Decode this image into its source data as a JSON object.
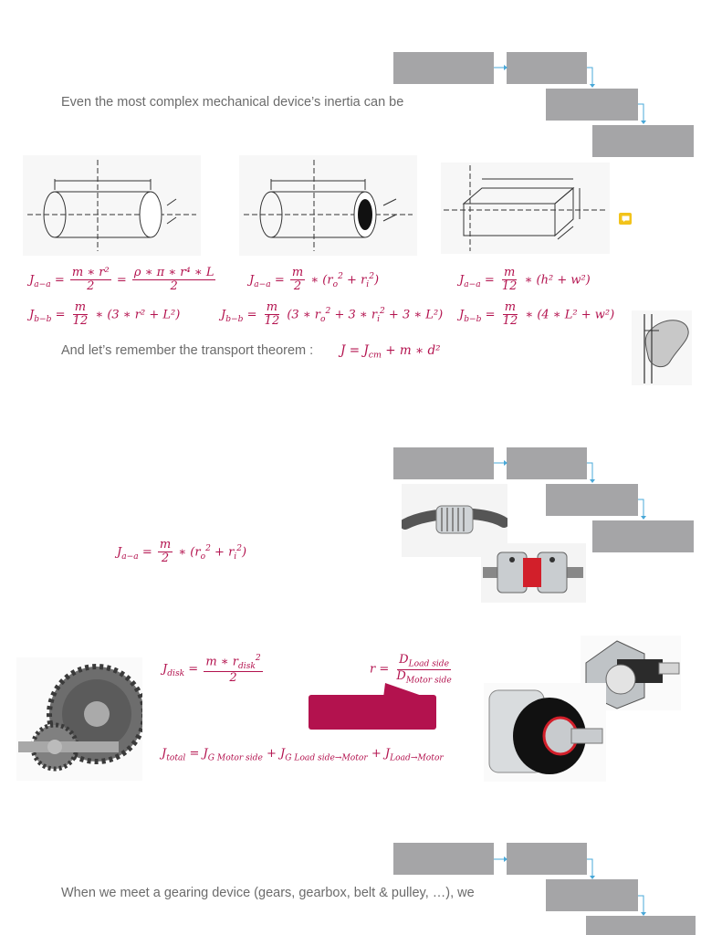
{
  "texts": {
    "intro": "Even the most complex mechanical device’s inertia can be",
    "transport": "And let’s remember the transport theorem :",
    "gearing": "When we meet a gearing device (gears, gearbox, belt & pulley, …), we"
  },
  "equations": {
    "j": "J",
    "subaa": "a−a",
    "subbb": "b−b",
    "subcm": "cm",
    "subdisk": "disk",
    "subtotal": "total",
    "sub_load_side": "Load side",
    "sub_motor_side": "Motor side",
    "sub_gmotor": "G Motor side",
    "sub_gload": "G Load side→Motor",
    "sub_load": "Load→Motor",
    "m": "m",
    "two": "2",
    "twelve": "12",
    "m_r2": "m ∗ r²",
    "rho_pi": "ρ ∗ π ∗ r⁴ ∗ L",
    "ro_ri": "∗ (r",
    "bb1_tail": "∗ (3 ∗ r² + L²)",
    "bb2_tail": "(3 ∗ r",
    "bb2_mid": " + 3 ∗ r",
    "bb2_end": " + 3 ∗ L²)",
    "hw": "∗ (h² + w²)",
    "lw": "∗ (4 ∗ L² + w²)",
    "transport_rhs": "= J",
    "transport_tail": "+ m ∗ d²",
    "r_eq": "r =",
    "d": "D",
    "m_rdisk": "m ∗ r",
    "eq_sign": "=",
    "plus": "+",
    "o": "o",
    "i": "i",
    "sq": "2",
    "close": ")"
  },
  "icons": {
    "comment": "comment-icon"
  },
  "colors": {
    "accent": "#b3124e",
    "box": "#a5a5a7",
    "text": "#6b6b6b",
    "arrow": "#49a8d8"
  }
}
